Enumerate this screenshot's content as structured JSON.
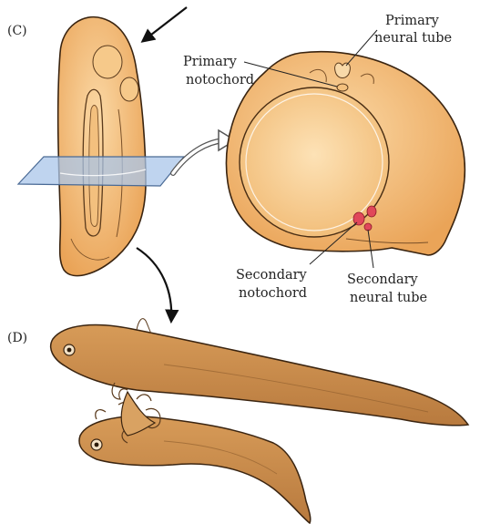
{
  "panels": {
    "c_label": "(C)",
    "d_label": "(D)"
  },
  "labels": {
    "primary_neural_tube_1": "Primary",
    "primary_neural_tube_2": "neural tube",
    "primary_notochord_1": "Primary",
    "primary_notochord_2": "notochord",
    "secondary_notochord_1": "Secondary",
    "secondary_notochord_2": "notochord",
    "secondary_neural_tube_1": "Secondary",
    "secondary_neural_tube_2": "neural tube"
  },
  "colors": {
    "embryo_fill": "#f2b86f",
    "embryo_light": "#f8cf93",
    "embryo_outline": "#3a2410",
    "section_plane": "#a9c6ea",
    "notochord_red": "#e0475a",
    "larva_fill": "#c98a4a",
    "larva_dark": "#8a5a2c"
  }
}
